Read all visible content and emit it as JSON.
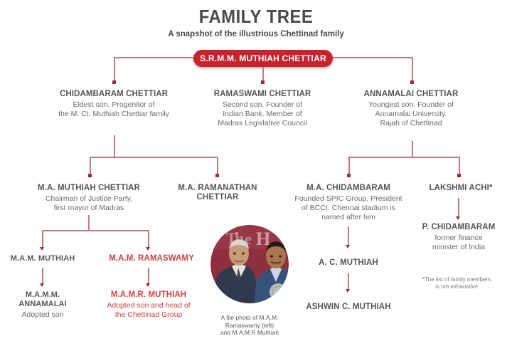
{
  "header": {
    "title": "FAMILY TREE",
    "subtitle": "A snapshot of the illustrious Chettinad family"
  },
  "colors": {
    "accent_red": "#c8232c",
    "text_red": "#d2403f",
    "connector": "#c0797d",
    "body_text": "#58585a"
  },
  "root": {
    "name": "S.R.M.M. MUTHIAH CHETTIAR"
  },
  "generation2": [
    {
      "name": "CHIDAMBARAM CHETTIAR",
      "desc": "Eldest son. Progenitor of\nthe M. Ct. Muthiah Chettiar family"
    },
    {
      "name": "RAMASWAMI CHETTIAR",
      "desc": "Second son. Founder of\nIndian Bank. Member of\nMadras Legislative Council"
    },
    {
      "name": "ANNAMALAI CHETTIAR",
      "desc": "Youngest son. Founder of\nAnnamalai University.\nRajah of Chettinad"
    }
  ],
  "generation3": [
    {
      "name": "M.A. MUTHIAH CHETTIAR",
      "desc": "Chairman of Justice Party,\nfirst mayor of Madras"
    },
    {
      "name": "M.A. RAMANATHAN\nCHETTIAR",
      "desc": ""
    },
    {
      "name": "M.A. CHIDAMBARAM",
      "desc": "Founded SPIC Group, President\nof BCCI. Chennai stadium is\nnamed after him"
    },
    {
      "name": "LAKSHMI ACHI*",
      "desc": ""
    }
  ],
  "generation4": [
    {
      "name": "M.A.M. MUTHIAH",
      "desc": "",
      "highlight": false
    },
    {
      "name": "M.A.M. RAMASWAMY",
      "desc": "",
      "highlight": true
    },
    {
      "name": "A. C. MUTHIAH",
      "desc": "",
      "highlight": false
    },
    {
      "name": "P. CHIDAMBARAM",
      "desc": "former finance\nminister of India",
      "highlight": false
    }
  ],
  "generation5": [
    {
      "name": "M.A.M.M.\nANNAMALAI",
      "desc": "Adopted son",
      "highlight": false
    },
    {
      "name": "M.A.M.R. MUTHIAH",
      "desc": "Adopted son and head of\nthe Chettinad Group",
      "highlight": true
    },
    {
      "name": "ASHWIN C. MUTHIAH",
      "desc": "",
      "highlight": false
    }
  ],
  "photo": {
    "alt_name": "family-photo",
    "caption": "A file photo of M.A.M.\nRamaswamy (left)\nand M.A.M.R Muthiah"
  },
  "footnote": {
    "text": "*The list of family members\nis not exhaustive"
  }
}
